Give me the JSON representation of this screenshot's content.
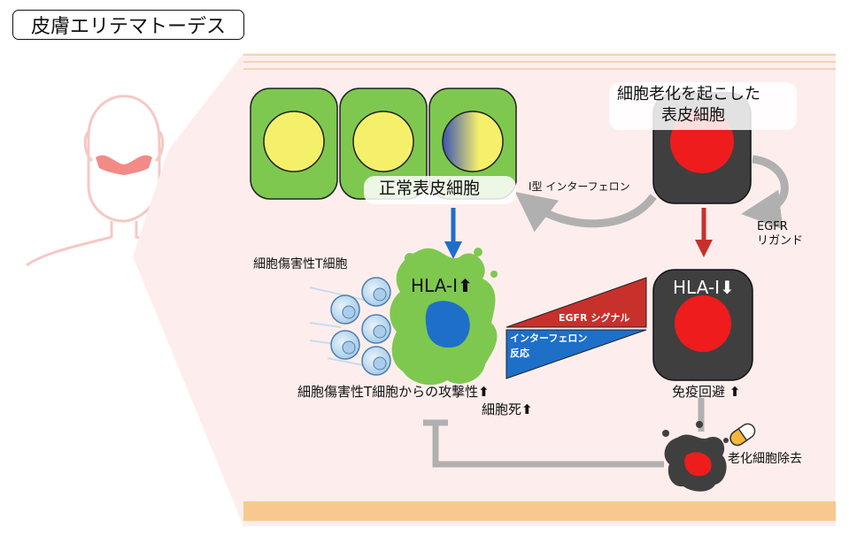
{
  "title": "皮膚エリテマトーデス",
  "labels": {
    "senescent_cell": [
      "細胞老化を起こした",
      "表皮細胞"
    ],
    "normal_cell": "正常表皮細胞",
    "interferon_type1": "I型 インターフェロン",
    "egfr_ligand": [
      "EGFR",
      "リガンド"
    ],
    "cytotoxic_t": "細胞傷害性T細胞",
    "hla_left": "HLA-I",
    "hla_right": "HLA-I",
    "egfr_signal": "EGFR シグナル",
    "interferon_response": [
      "インターフェロン",
      "反応"
    ],
    "attack": "細胞傷害性T細胞からの攻撃性",
    "cell_death": "細胞死",
    "immune_evasion": "免疫回避",
    "senolysis": "老化細胞除去"
  },
  "glyphs": {
    "up": "⬆",
    "down": "⬇"
  },
  "colors": {
    "skin_bg": "#fdeeed",
    "normal_cell": "#7ec850",
    "nucleus_yellow": "#f5f06a",
    "senescent_cell": "#3f3f3f",
    "red_nucleus": "#ee1c1c",
    "blue": "#1e6fc8",
    "red_arrow": "#c8302c",
    "grey_arrow": "#b0b0b0",
    "tcell": "#a9cdea"
  }
}
